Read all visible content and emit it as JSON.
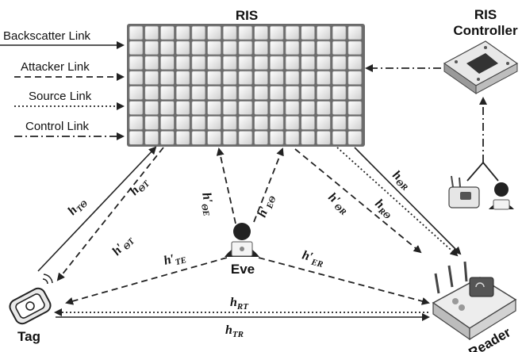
{
  "title": "RIS",
  "controller": {
    "line1": "RIS",
    "line2": "Controller"
  },
  "legend": [
    {
      "label": "Backscatter Link",
      "style": "solid"
    },
    {
      "label": "Attacker Link",
      "style": "dashed"
    },
    {
      "label": "Source Link",
      "style": "dotted"
    },
    {
      "label": "Control Link",
      "style": "dashdot"
    }
  ],
  "nodes": {
    "tag": "Tag",
    "eve": "Eve",
    "reader": "Reader"
  },
  "channels": {
    "h_tO": {
      "main": "h",
      "sub": "TΘ"
    },
    "h_Ot": {
      "main": "h",
      "sub": "ΘT"
    },
    "hp_Ot": {
      "main": "h′",
      "sub": "ΘT"
    },
    "hp_OE": {
      "main": "h′",
      "sub": "ΘE"
    },
    "hp_EO": {
      "main": "h′",
      "sub": "EΘ"
    },
    "hp_OR": {
      "main": "h′",
      "sub": "ΘR"
    },
    "h_OR": {
      "main": "h",
      "sub": "ΘR"
    },
    "h_RO": {
      "main": "h",
      "sub": "RΘ"
    },
    "hp_TE": {
      "main": "h′",
      "sub": "TE"
    },
    "hp_ER": {
      "main": "h′",
      "sub": "ER"
    },
    "h_RT": {
      "main": "h",
      "sub": "RT"
    },
    "h_TR": {
      "main": "h",
      "sub": "TR"
    }
  },
  "icons": [
    "ris-panel",
    "controller-board",
    "eve-hacker-icon",
    "tag-icon",
    "reader-icon",
    "hacker-router-icon"
  ]
}
